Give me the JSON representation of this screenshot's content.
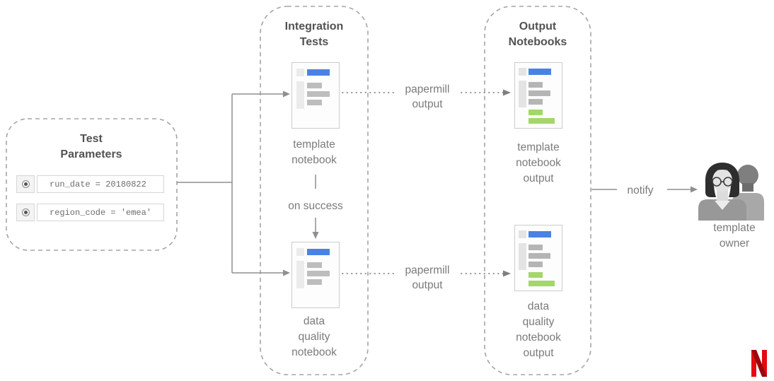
{
  "diagram": {
    "test_parameters": {
      "title": "Test Parameters",
      "params": [
        {
          "value": "run_date = 20180822"
        },
        {
          "value": "region_code = 'emea'"
        }
      ]
    },
    "integration_tests": {
      "title": "Integration Tests",
      "on_success_label": "on success",
      "nodes": [
        {
          "label": "template notebook"
        },
        {
          "label": "data quality notebook"
        }
      ]
    },
    "output_notebooks": {
      "title": "Output Notebooks",
      "nodes": [
        {
          "label": "template notebook output"
        },
        {
          "label": "data quality notebook output"
        }
      ]
    },
    "edges": {
      "papermill_top_label": "papermill output",
      "papermill_bottom_label": "papermill output",
      "notify_label": "notify"
    },
    "owner_label": "template owner"
  },
  "colors": {
    "notebook_blue": "#4a82e4",
    "notebook_green": "#a5d66a",
    "netflix_red": "#e50914",
    "netflix_red_dark": "#99080d"
  }
}
